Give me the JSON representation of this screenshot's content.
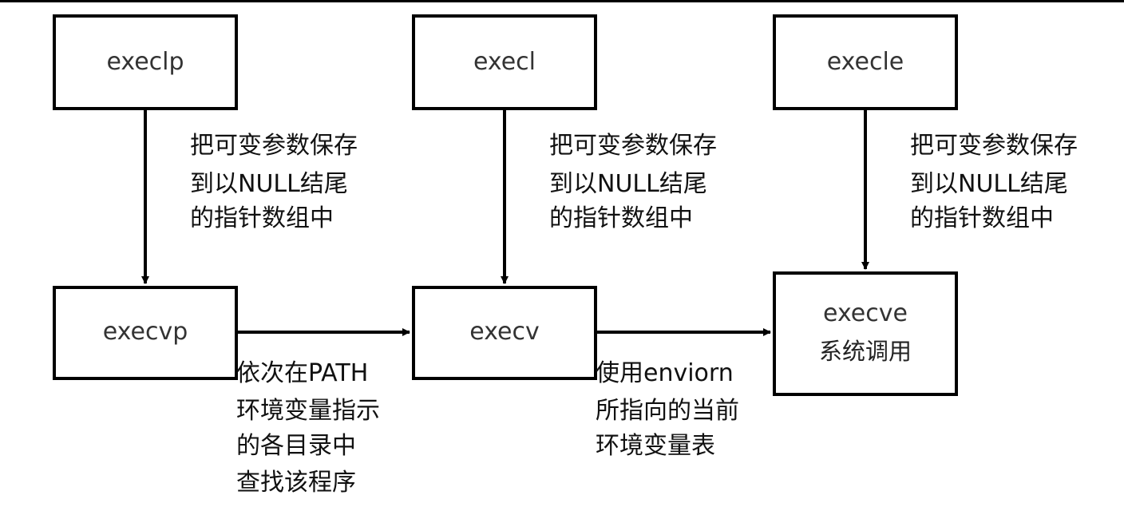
{
  "nodes": {
    "execlp": "execlp",
    "execl": "execl",
    "execle": "execle",
    "execvp": "execvp",
    "execv": "execv",
    "execve": "execve",
    "execve_sub": "系统调用"
  },
  "notes": {
    "execlp_to_execvp": [
      "把可变参数保存",
      "到以NULL结尾",
      "的指针数组中"
    ],
    "execl_to_execv": [
      "把可变参数保存",
      "到以NULL结尾",
      "的指针数组中"
    ],
    "execle_to_execve": [
      "把可变参数保存",
      "到以NULL结尾",
      "的指针数组中"
    ],
    "execvp_to_execv": [
      "依次在PATH",
      "环境变量指示",
      "的各目录中",
      "查找该程序"
    ],
    "execv_to_execve": [
      "使用enviorn",
      "所指向的当前",
      "环境变量表"
    ]
  }
}
